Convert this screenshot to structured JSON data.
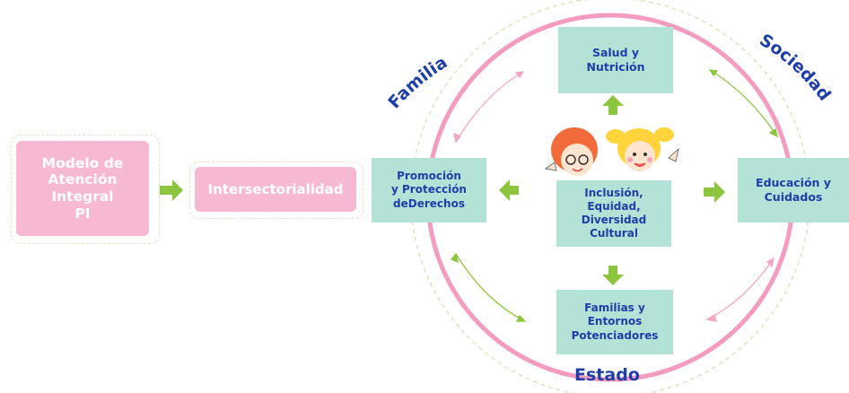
{
  "left": {
    "modelo": "Modelo de\nAtención\nIntegral\nPI",
    "intersectorialidad": "Intersectorialidad"
  },
  "ring": {
    "familia": "Familia",
    "sociedad": "Sociedad",
    "estado": "Estado"
  },
  "boxes": {
    "salud": "Salud y\nNutrición",
    "promocion": "Promoción\ny Protección\ndeDerechos",
    "inclusion": "Inclusión,\nEquidad,\nDiversidad\nCultural",
    "educacion": "Educación y\nCuidados",
    "familias": "Familias y\nEntornos\nPotenciadores"
  },
  "colors": {
    "pink": "#f7b8d2",
    "ring_pink": "#f39cc0",
    "teal": "#b3e2d7",
    "navy": "#1f3ea8",
    "green_arrow": "#8cc63f"
  }
}
